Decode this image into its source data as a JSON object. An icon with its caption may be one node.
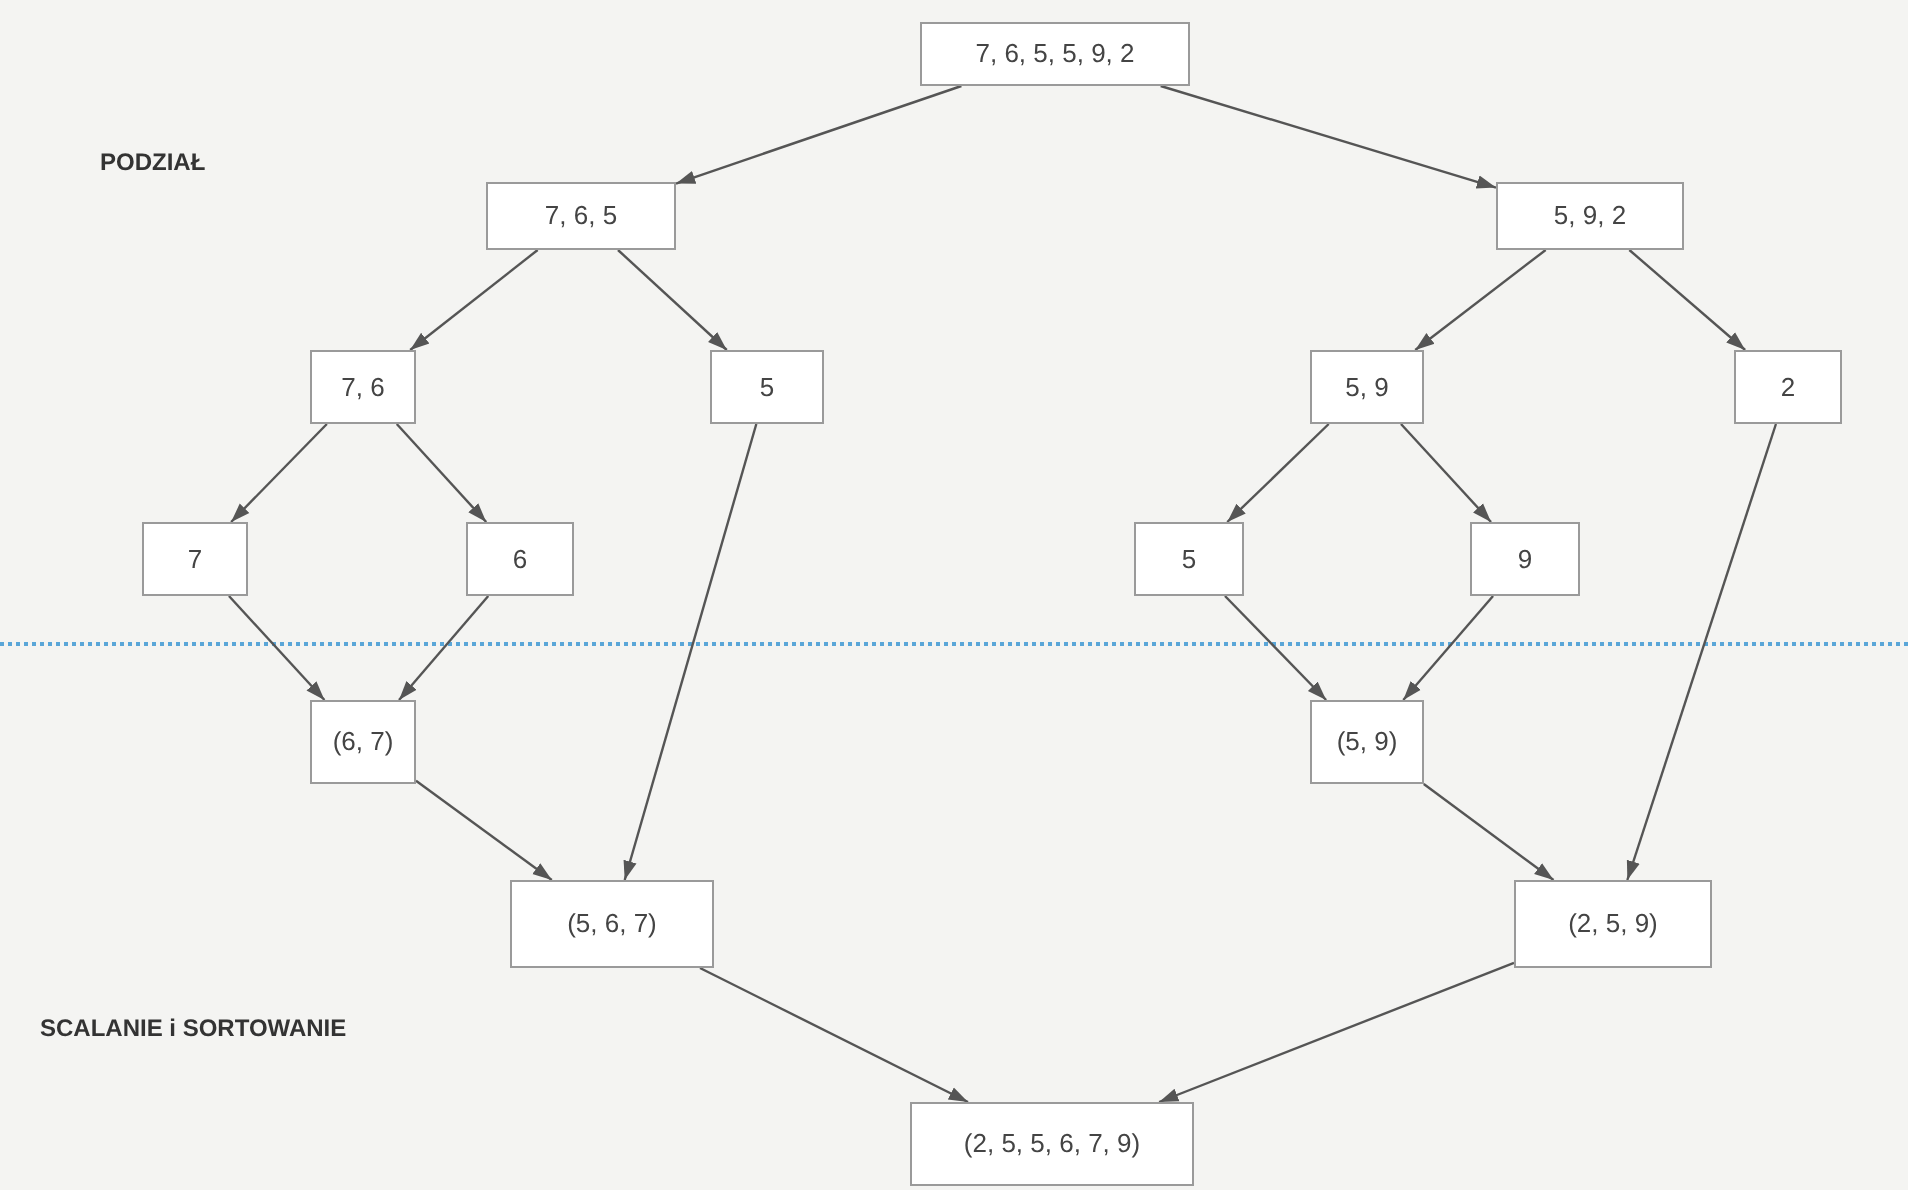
{
  "diagram": {
    "nodes": [
      {
        "text": [
          "7, 6, 5, 5, 9, 2"
        ]
      },
      {
        "text": [
          "7, 6, 5"
        ]
      },
      {
        "text": [
          "5, 9, 2"
        ]
      },
      {
        "text": [
          "7, 6"
        ]
      },
      {
        "text": [
          "5"
        ]
      },
      {
        "text": [
          "5, 9"
        ]
      },
      {
        "text": [
          "2"
        ]
      },
      {
        "text": [
          "7"
        ]
      },
      {
        "text": [
          "6"
        ]
      },
      {
        "text": [
          "5"
        ]
      },
      {
        "text": [
          "9"
        ]
      },
      {
        "text": [
          "(6, 7)"
        ]
      },
      {
        "text": [
          "(5, 9)"
        ]
      },
      {
        "text": [
          "(5, 6, 7)"
        ]
      },
      {
        "text": [
          "(2, 5, 9)"
        ]
      },
      {
        "text": [
          "(2, 5, 5, 6, 7, 9)"
        ]
      }
    ],
    "edges": [
      {
        "from": 0,
        "to": 1,
        "arrow": "to"
      },
      {
        "from": 0,
        "to": 2,
        "arrow": "to"
      },
      {
        "from": 1,
        "to": 3,
        "arrow": "to"
      },
      {
        "from": 1,
        "to": 4,
        "arrow": "to"
      },
      {
        "from": 2,
        "to": 5,
        "arrow": "to"
      },
      {
        "from": 2,
        "to": 6,
        "arrow": "to"
      },
      {
        "from": 3,
        "to": 7,
        "arrow": "to"
      },
      {
        "from": 3,
        "to": 8,
        "arrow": "to"
      },
      {
        "from": 5,
        "to": 9,
        "arrow": "to"
      },
      {
        "from": 5,
        "to": 10,
        "arrow": "to"
      },
      {
        "from": 7,
        "to": 11,
        "arrow": "to"
      },
      {
        "from": 8,
        "to": 11,
        "arrow": "to"
      },
      {
        "from": 9,
        "to": 12,
        "arrow": "to"
      },
      {
        "from": 10,
        "to": 12,
        "arrow": "to"
      },
      {
        "from": 11,
        "to": 13,
        "arrow": "to"
      },
      {
        "from": 4,
        "to": 13,
        "arrow": "to"
      },
      {
        "from": 12,
        "to": 14,
        "arrow": "to"
      },
      {
        "from": 6,
        "to": 14,
        "arrow": "to"
      },
      {
        "from": 13,
        "to": 15,
        "arrow": "to"
      },
      {
        "from": 14,
        "to": 15,
        "arrow": "to"
      }
    ],
    "labels": [
      "PODZIAŁ",
      "SCALANIE i SORTOWANIE"
    ]
  }
}
